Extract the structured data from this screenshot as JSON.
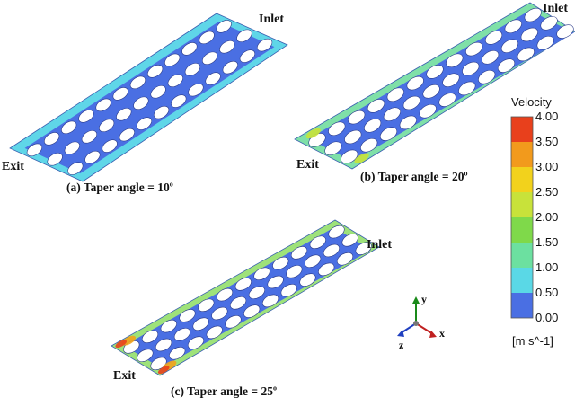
{
  "panels": [
    {
      "id": "a",
      "inlet": "Inlet",
      "exit": "Exit",
      "caption_text": "(a) Taper angle = 10",
      "caption_sup": "o",
      "edge_color": "#5fd6e8",
      "hot": 0
    },
    {
      "id": "b",
      "inlet": "Inlet",
      "exit": "Exit",
      "caption_text": "(b) Taper angle = 20",
      "caption_sup": "o",
      "edge_color": "#7fe0a8",
      "hot": 1
    },
    {
      "id": "c",
      "inlet": "Inlet",
      "exit": "Exit",
      "caption_text": "(c) Taper angle = 25",
      "caption_sup": "o",
      "edge_color": "#9ee27a",
      "hot": 2
    }
  ],
  "colorbar": {
    "title": "Velocity",
    "unit": "[m s^-1]",
    "ticks": [
      "4.00",
      "3.50",
      "3.00",
      "2.50",
      "2.00",
      "1.50",
      "1.00",
      "0.50",
      "0.00"
    ],
    "colors": [
      "#e8401c",
      "#f29a1c",
      "#f2d21c",
      "#c8e23a",
      "#7fd94a",
      "#6ce0a0",
      "#5ad8e6",
      "#4a6fe3"
    ]
  },
  "axes": {
    "x": "x",
    "y": "y",
    "z": "z"
  },
  "colors": {
    "fluid": "#4a6fe3",
    "pillar": "#ffffff",
    "outline": "#2a3a88"
  }
}
